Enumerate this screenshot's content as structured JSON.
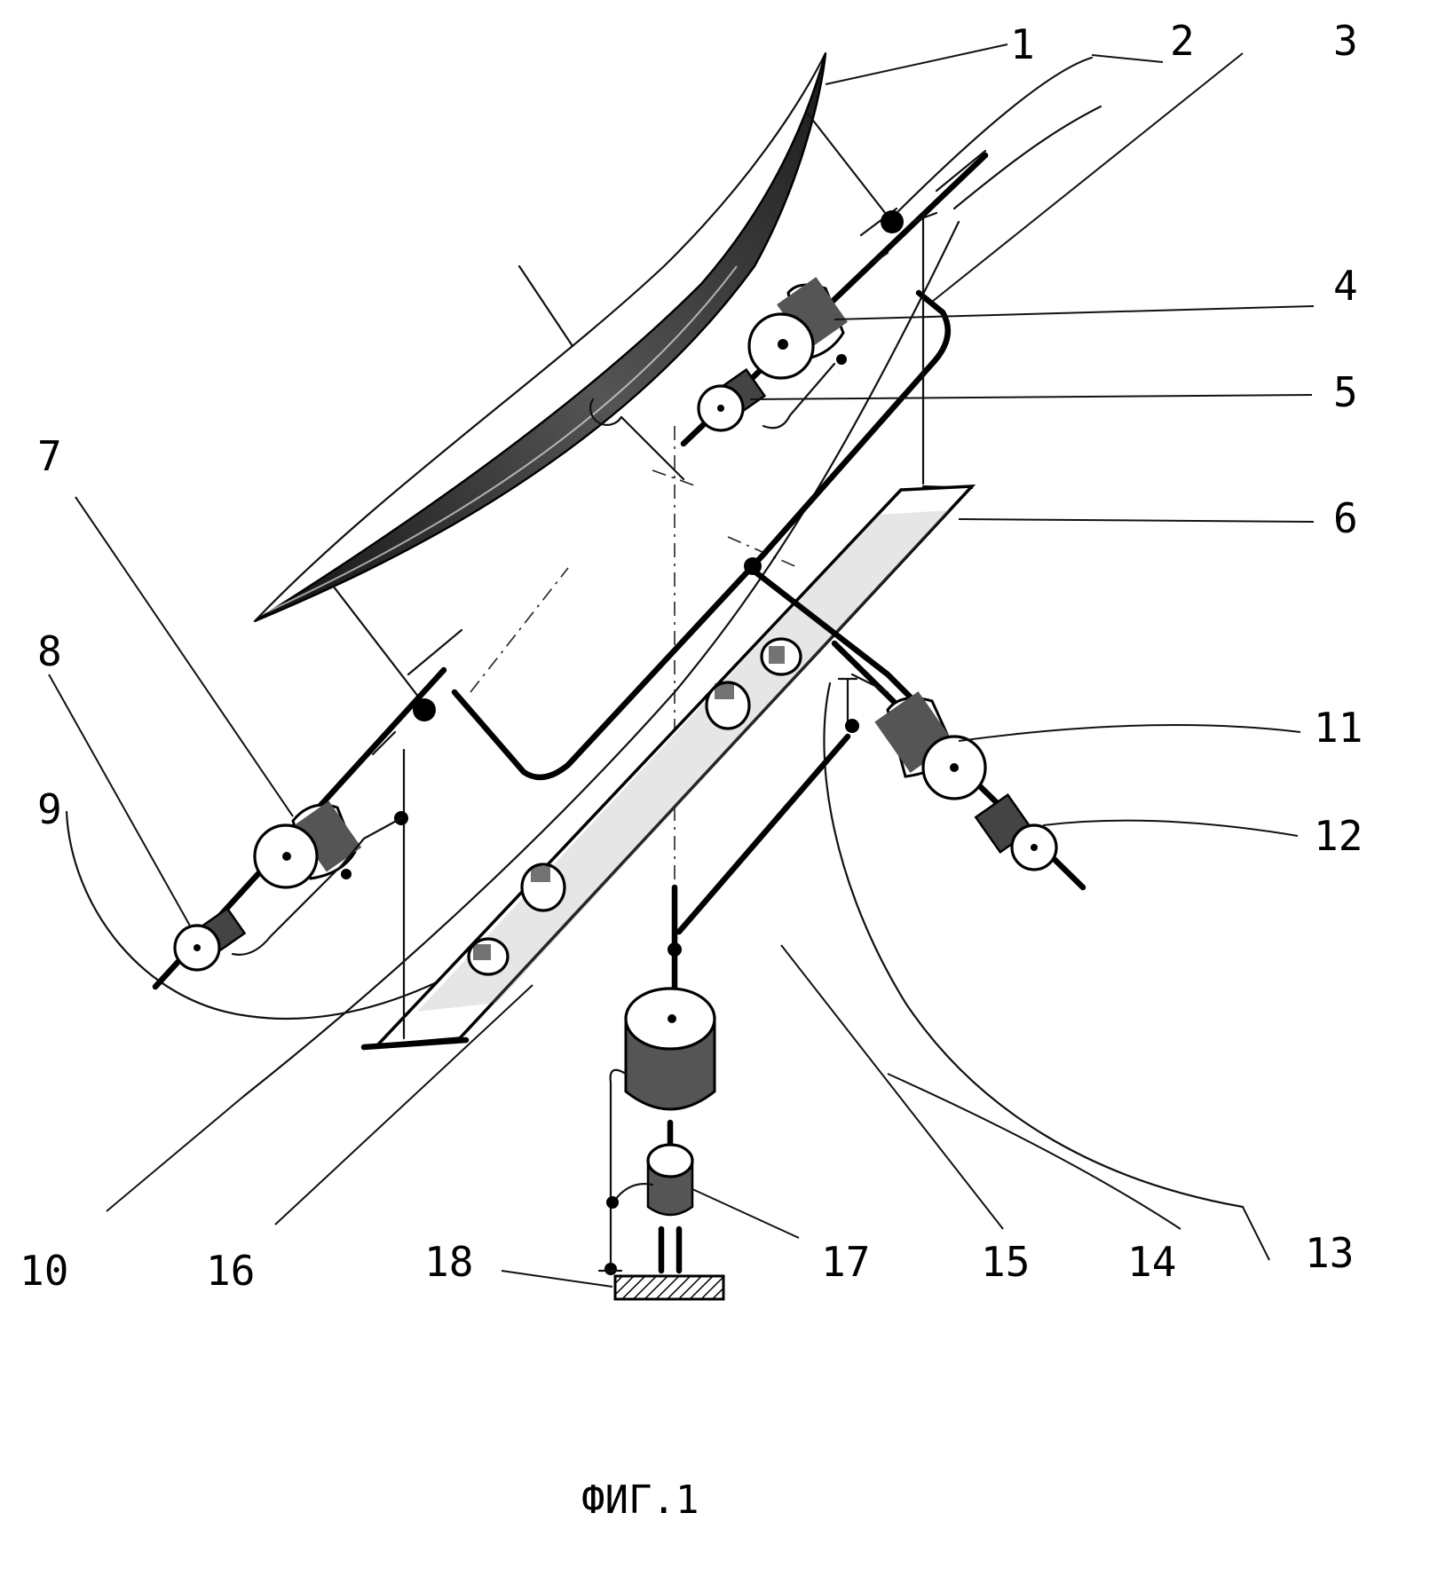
{
  "figure": {
    "caption": "ФИГ.1",
    "labels": {
      "l1": "1",
      "l2": "2",
      "l3": "3",
      "l4": "4",
      "l5": "5",
      "l6": "6",
      "l7": "7",
      "l8": "8",
      "l9": "9",
      "l10": "10",
      "l11": "11",
      "l12": "12",
      "l13": "13",
      "l14": "14",
      "l15": "15",
      "l16": "16",
      "l17": "17",
      "l18": "18"
    }
  }
}
